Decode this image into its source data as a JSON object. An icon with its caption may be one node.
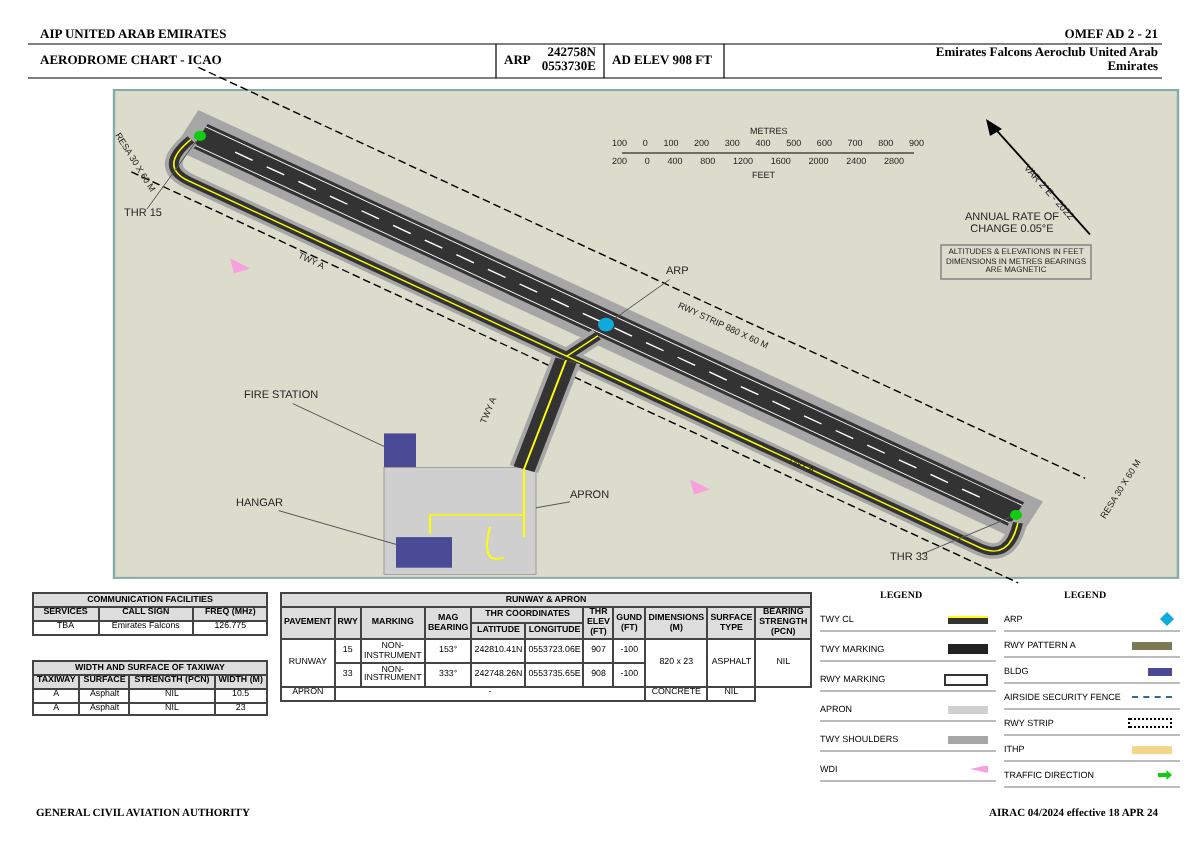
{
  "diagram": {
    "nodes": [
      {
        "text": [
          "THR 15"
        ]
      },
      {
        "text": [],
        "shape": "circle"
      },
      {
        "text": [
          "ARP"
        ]
      },
      {
        "text": [],
        "shape": "circle"
      },
      {
        "text": [
          "FIRE STATION"
        ]
      },
      {
        "text": [],
        "shape": "box"
      },
      {
        "text": [
          "HANGAR"
        ]
      },
      {
        "text": [],
        "shape": "box",
        "in": 9
      },
      {
        "text": [
          "APRON"
        ]
      },
      {
        "text": [],
        "shape": "box"
      },
      {
        "text": [
          "THR 33"
        ]
      },
      {
        "text": [],
        "shape": "circle"
      }
    ],
    "edges": [
      {
        "from": 0,
        "to": 1,
        "arrow": "none"
      },
      {
        "from": 2,
        "to": 3,
        "arrow": "none"
      },
      {
        "from": 4,
        "to": 5,
        "arrow": "none"
      },
      {
        "from": 6,
        "to": 7,
        "arrow": "none"
      },
      {
        "from": 8,
        "to": 9,
        "arrow": "none"
      },
      {
        "from": 10,
        "to": 11,
        "arrow": "none"
      }
    ],
    "labels": [
      "AIP UNITED ARAB EMIRATES",
      "OMEF AD 2 - 21",
      "AERODROME CHART - ICAO",
      "ARP",
      "242758N 0553730E",
      "AD ELEV 908 FT",
      "Emirates Falcons Aeroclub United Arab Emirates",
      "RESA 30 X 60 M",
      "METRES",
      "100 0 100 200 300 400 500 600 700 800 900",
      "200 0 400 800 1200 1600 2000 2400 2800",
      "FEET",
      "VAR 2°E - 2022",
      "ANNUAL RATE OF CHANGE 0.05°E",
      "ALTITUDES & ELEVATIONS IN FEET DIMENSIONS IN METRES BEARINGS ARE MAGNETIC",
      "RWY STRIP 880 X 60 M",
      "TWY A",
      "TWY A",
      "TWY A",
      "RESA 30 X 60 M",
      "COMMUNICATION FACILITIES",
      "SERVICES",
      "CALL SIGN",
      "FREQ (MHz)",
      "TBA",
      "Emirates Falcons",
      "126.775",
      "WIDTH AND SURFACE OF TAXIWAY",
      "TAXIWAY",
      "SURFACE",
      "STRENGTH (PCN)",
      "WIDTH (M)",
      "A",
      "Asphalt",
      "NIL",
      "10.5",
      "A",
      "Asphalt",
      "NIL",
      "23",
      "RUNWAY & APRON",
      "PAVEMENT",
      "RWY",
      "MARKING",
      "MAG BEARING",
      "THR COORDINATES",
      "THR ELEV (FT)",
      "GUND (FT)",
      "DIMENSIONS (M)",
      "SURFACE TYPE",
      "BEARING STRENGTH (PCN)",
      "LATITUDE",
      "LONGITUDE",
      "RUNWAY",
      "15",
      "NON-INSTRUMENT",
      "153°",
      "242810.41N",
      "0553723.06E",
      "907",
      "-100",
      "820 x 23",
      "ASPHALT",
      "NIL",
      "33",
      "NON-INSTRUMENT",
      "333°",
      "242748.26N",
      "0553735.65E",
      "908",
      "-100",
      "APRON",
      "-",
      "CONCRETE",
      "NIL",
      "LEGEND",
      "LEGEND",
      "GENERAL CIVIL AVIATION AUTHORITY",
      "AIRAC 04/2024 effective 18 APR 24"
    ],
    "legend": [
      {
        "text": "TWY CL"
      },
      {
        "text": "TWY MARKING"
      },
      {
        "text": "RWY MARKING"
      },
      {
        "text": "APRON",
        "color": "#cfcfcf"
      },
      {
        "text": "TWY SHOULDERS",
        "color": "#a6a6a6"
      },
      {
        "text": "WDI"
      },
      {
        "text": "ARP"
      },
      {
        "text": "RWY PATTERN A"
      },
      {
        "text": "BLDG"
      },
      {
        "text": "AIRSIDE SECURITY FENCE"
      },
      {
        "text": "RWY STRIP"
      },
      {
        "text": "ITHP",
        "color": "#f5d58a"
      },
      {
        "text": "TRAFFIC DIRECTION"
      }
    ]
  }
}
